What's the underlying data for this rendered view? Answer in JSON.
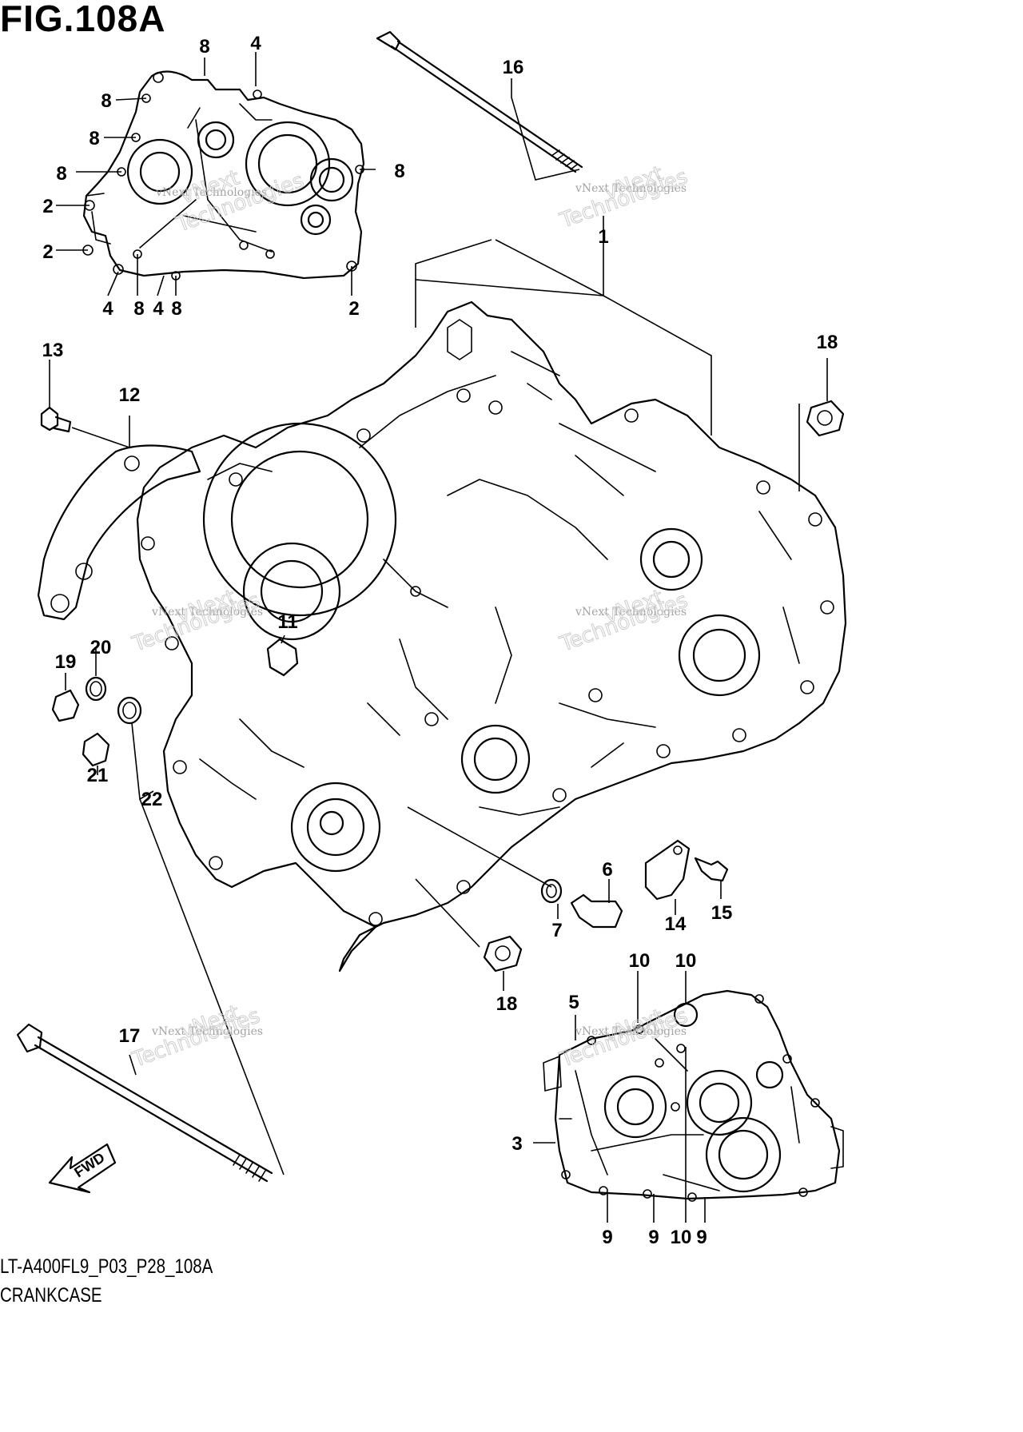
{
  "figure": {
    "title": "FIG.108A",
    "model_code": "LT-A400FL9_P03_P28_108A",
    "section_name": "CRANKCASE"
  },
  "watermark": {
    "line1": "vNext Technologies",
    "line2": "vNext",
    "line3": "Technologies"
  },
  "fwd_label": "FWD",
  "callouts": [
    {
      "id": "c-8a",
      "label": "8"
    },
    {
      "id": "c-4a",
      "label": "4"
    },
    {
      "id": "c-8b",
      "label": "8"
    },
    {
      "id": "c-8c",
      "label": "8"
    },
    {
      "id": "c-8d",
      "label": "8"
    },
    {
      "id": "c-8e",
      "label": "8"
    },
    {
      "id": "c-2a",
      "label": "2"
    },
    {
      "id": "c-2b",
      "label": "2"
    },
    {
      "id": "c-4b",
      "label": "4"
    },
    {
      "id": "c-8f",
      "label": "8"
    },
    {
      "id": "c-4c",
      "label": "4"
    },
    {
      "id": "c-8g",
      "label": "8"
    },
    {
      "id": "c-2c",
      "label": "2"
    },
    {
      "id": "c-16",
      "label": "16"
    },
    {
      "id": "c-1",
      "label": "1"
    },
    {
      "id": "c-18a",
      "label": "18"
    },
    {
      "id": "c-13",
      "label": "13"
    },
    {
      "id": "c-12",
      "label": "12"
    },
    {
      "id": "c-11",
      "label": "11"
    },
    {
      "id": "c-19",
      "label": "19"
    },
    {
      "id": "c-20",
      "label": "20"
    },
    {
      "id": "c-21",
      "label": "21"
    },
    {
      "id": "c-22",
      "label": "22"
    },
    {
      "id": "c-6",
      "label": "6"
    },
    {
      "id": "c-7",
      "label": "7"
    },
    {
      "id": "c-14",
      "label": "14"
    },
    {
      "id": "c-15",
      "label": "15"
    },
    {
      "id": "c-18b",
      "label": "18"
    },
    {
      "id": "c-17",
      "label": "17"
    },
    {
      "id": "c-10a",
      "label": "10"
    },
    {
      "id": "c-10b",
      "label": "10"
    },
    {
      "id": "c-5",
      "label": "5"
    },
    {
      "id": "c-3",
      "label": "3"
    },
    {
      "id": "c-9a",
      "label": "9"
    },
    {
      "id": "c-9b",
      "label": "9"
    },
    {
      "id": "c-10c",
      "label": "10"
    },
    {
      "id": "c-9c",
      "label": "9"
    }
  ]
}
